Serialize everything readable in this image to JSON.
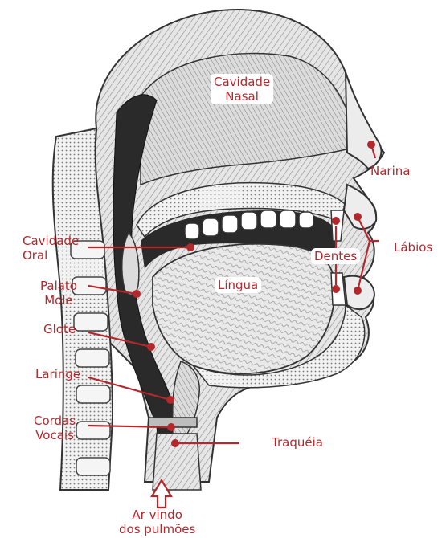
{
  "labels": {
    "cavidade_nasal": "Cavidade\nNasal",
    "narina": "Narina",
    "labios": "Lábios",
    "dentes": "Dentes",
    "cavidade_oral": "Cavidade\nOral",
    "lingua": "Língua",
    "palato_mole": "Palato\nMole",
    "glote": "Glote",
    "laringe": "Laringe",
    "cordas_vocais": "Cordas\nVocais",
    "traqueia": "Traquéia",
    "ar_vindo": "Ar vindo\ndos pulmões"
  },
  "colors": {
    "label": "#b3282d",
    "airway": "#2a2a2a",
    "tissue": "#d9d9d9",
    "bone": "#eeeeee"
  }
}
